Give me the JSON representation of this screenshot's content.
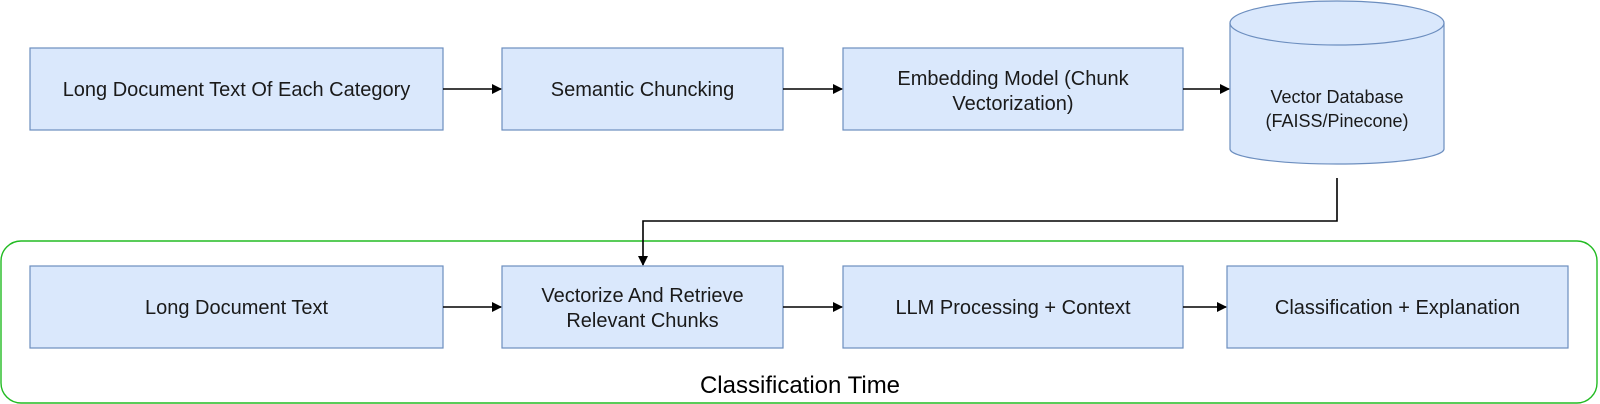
{
  "indexing_pipeline": {
    "long_document_category": "Long Document Text Of Each Category",
    "semantic_chunking": "Semantic Chuncking",
    "embedding_model_line1": "Embedding Model (Chunk",
    "embedding_model_line2": "Vectorization)",
    "vector_db_line1": "Vector Database",
    "vector_db_line2": "(FAISS/Pinecone)"
  },
  "classification_group": {
    "label": "Classification Time",
    "long_document_text": "Long Document Text",
    "vectorize_line1": "Vectorize And Retrieve",
    "vectorize_line2": "Relevant Chunks",
    "llm_processing": "LLM Processing + Context",
    "classification_output": "Classification + Explanation"
  },
  "colors": {
    "box_fill": "#dae8fc",
    "box_stroke": "#6c8ebf",
    "group_stroke": "#22bb22",
    "arrow": "#000000"
  }
}
